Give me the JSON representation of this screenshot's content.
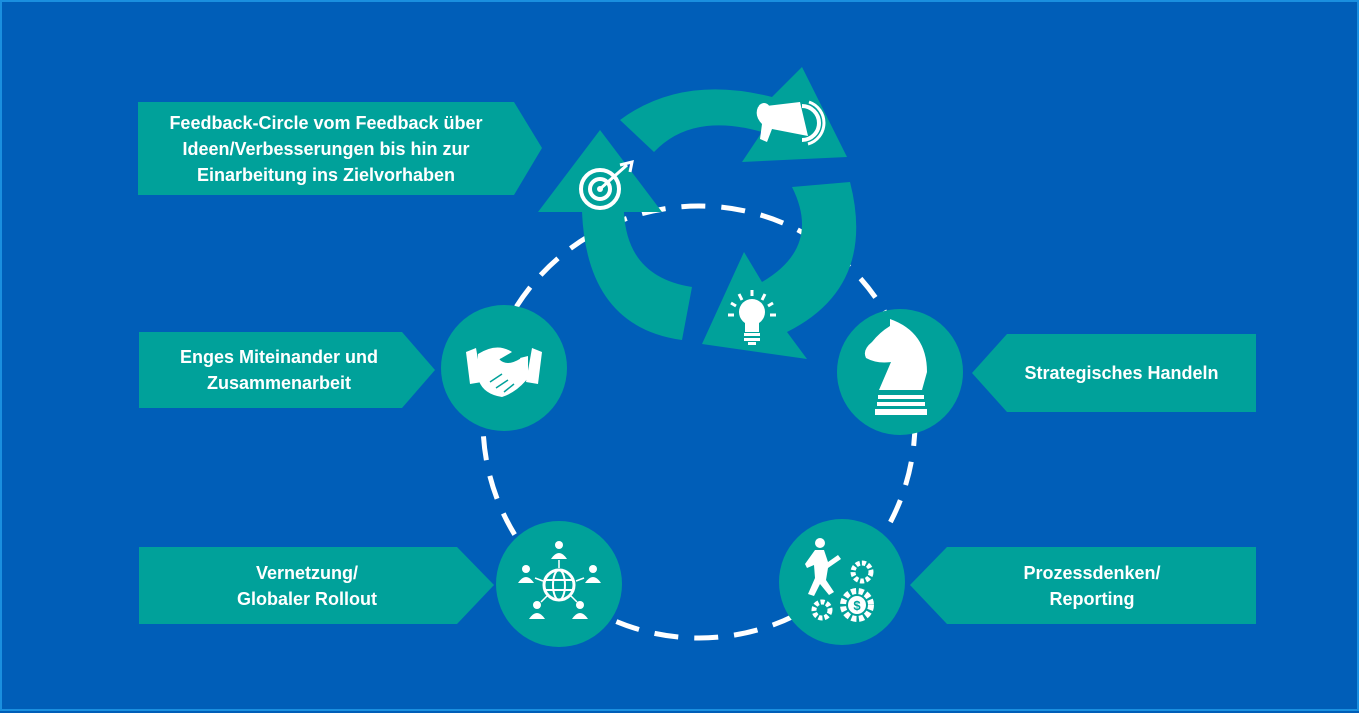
{
  "colors": {
    "background": "#005EB8",
    "border": "#1a8fdf",
    "accent": "#00A19A",
    "foreground": "#ffffff"
  },
  "cycle": {
    "icons": [
      "target-icon",
      "megaphone-icon",
      "lightbulb-icon"
    ]
  },
  "items": [
    {
      "id": "feedback",
      "label_lines": [
        "Feedback-Circle vom Feedback über",
        "Ideen/Verbesserungen bis hin zur",
        "Einarbeitung ins Zielvorhaben"
      ],
      "icon": "cycle-arrows"
    },
    {
      "id": "collaboration",
      "label_lines": [
        "Enges Miteinander und",
        "Zusammenarbeit"
      ],
      "icon": "handshake-icon"
    },
    {
      "id": "strategy",
      "label_lines": [
        "Strategisches Handeln"
      ],
      "icon": "chess-knight-icon"
    },
    {
      "id": "network",
      "label_lines": [
        "Vernetzung/",
        "Globaler Rollout"
      ],
      "icon": "global-network-icon"
    },
    {
      "id": "process",
      "label_lines": [
        "Prozessdenken/",
        "Reporting"
      ],
      "icon": "process-gears-icon"
    }
  ]
}
